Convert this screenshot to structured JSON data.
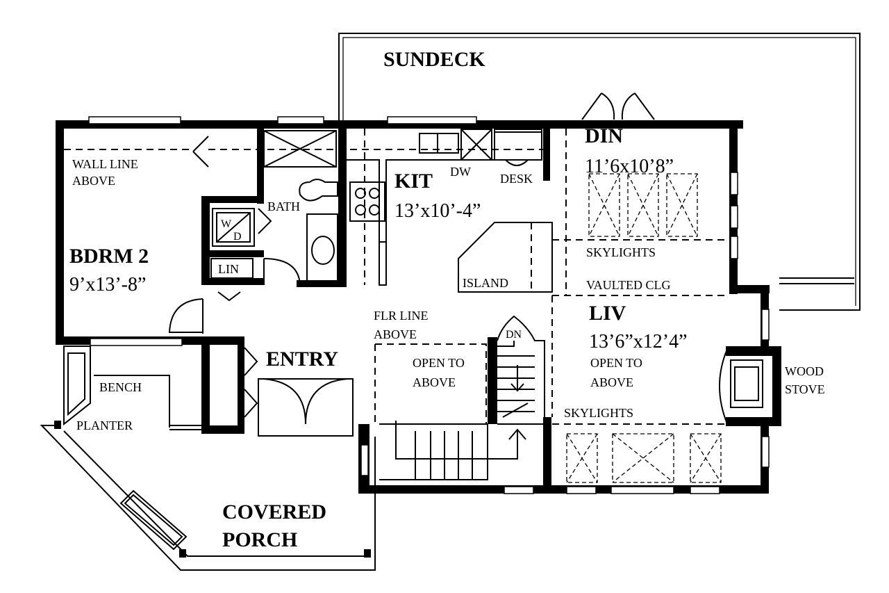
{
  "rooms": {
    "sundeck": "SUNDECK",
    "din": "DIN",
    "din_dim": "11’6x10’8”",
    "kit": "KIT",
    "kit_dim": "13’x10’-4”",
    "bdrm2": "BDRM 2",
    "bdrm2_dim": "9’x13’-8”",
    "liv": "LIV",
    "liv_dim": "13’6”x12’4”",
    "entry": "ENTRY",
    "covered_porch_1": "COVERED",
    "covered_porch_2": "PORCH"
  },
  "notes": {
    "wall_line_1": "WALL LINE",
    "wall_line_2": "ABOVE",
    "bath": "BATH",
    "lin": "LIN",
    "dw": "DW",
    "desk": "DESK",
    "island": "ISLAND",
    "skylights_din": "SKYLIGHTS",
    "vaulted_clg": "VAULTED CLG",
    "flr_line_1": "FLR LINE",
    "flr_line_2": "ABOVE",
    "dn": "DN",
    "open_to_1a": "OPEN TO",
    "open_to_1b": "ABOVE",
    "open_to_2a": "OPEN TO",
    "open_to_2b": "ABOVE",
    "skylights_liv": "SKYLIGHTS",
    "wood_1": "WOOD",
    "wood_2": "STOVE",
    "bench": "BENCH",
    "planter": "PLANTER",
    "washer": "W",
    "dryer": "D"
  }
}
